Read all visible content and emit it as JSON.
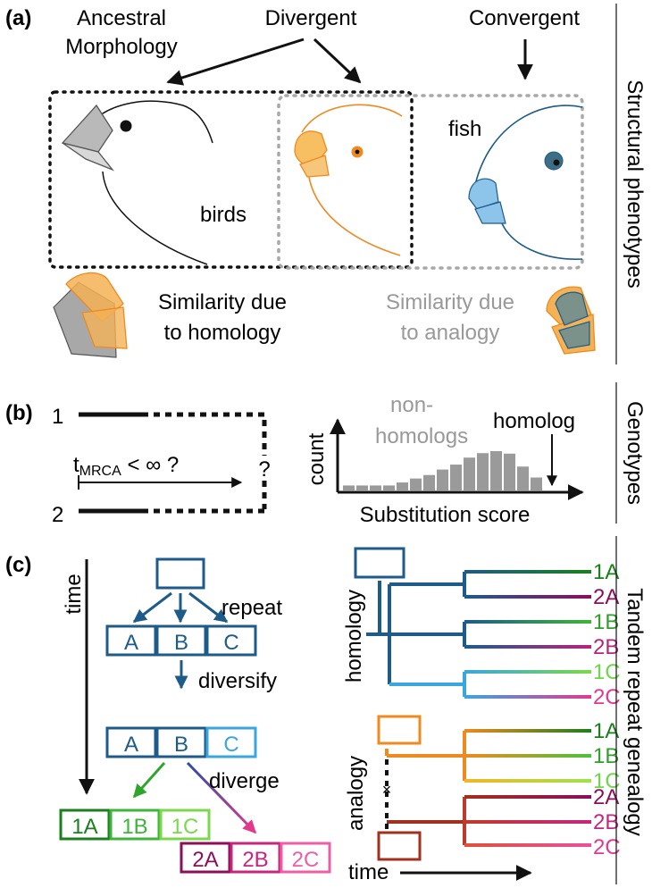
{
  "panel_a": {
    "label": "(a)",
    "ancestral_line1": "Ancestral",
    "ancestral_line2": "Morphology",
    "divergent": "Divergent",
    "convergent": "Convergent",
    "birds": "birds",
    "fish": "fish",
    "homology_line1": "Similarity due",
    "homology_line2": "to homology",
    "analogy_line1": "Similarity due",
    "analogy_line2": "to analogy",
    "side_label": "Structural phenotypes"
  },
  "panel_b": {
    "label": "(b)",
    "seq1": "1",
    "seq2": "2",
    "tmrca_main": "t",
    "tmrca_sub": "MRCA",
    "tmrca_rest": " < ∞ ?",
    "question": "?",
    "nonhomologs_line1": "non-",
    "nonhomologs_line2": "homologs",
    "homolog": "homolog",
    "ylabel": "count",
    "xlabel": "Substitution score",
    "side_label": "Genotypes",
    "histogram_values": [
      1,
      1,
      1,
      1,
      1.6,
      2.4,
      3.1,
      4.2,
      5.2,
      6.6,
      7.5,
      7.9,
      7.4,
      4.8,
      2.6
    ]
  },
  "panel_c": {
    "label": "(c)",
    "time_vertical": "time",
    "repeat": "repeat",
    "diversify": "diversify",
    "diverge": "diverge",
    "units_abc": [
      "A",
      "B",
      "C"
    ],
    "units_final_1": [
      "1A",
      "1B",
      "1C"
    ],
    "units_final_2": [
      "2A",
      "2B",
      "2C"
    ],
    "homology": "homology",
    "analogy": "analogy",
    "x_mark": "×",
    "time_horizontal": "time",
    "homology_leaves": [
      "1A",
      "2A",
      "1B",
      "2B",
      "1C",
      "2C"
    ],
    "analogy_leaves": [
      "1A",
      "1B",
      "1C",
      "2A",
      "2B",
      "2C"
    ],
    "side_label": "Tandem repeat genealogy"
  },
  "colors": {
    "blue_dark": "#1d5b8a",
    "blue_light": "#3aa6e0",
    "green_dark": "#1b7f1e",
    "green_light": "#6fd64a",
    "magenta_dark": "#8c0f5a",
    "magenta_light": "#e2398f",
    "orange": "#ee8a1f",
    "gray": "#999999"
  }
}
